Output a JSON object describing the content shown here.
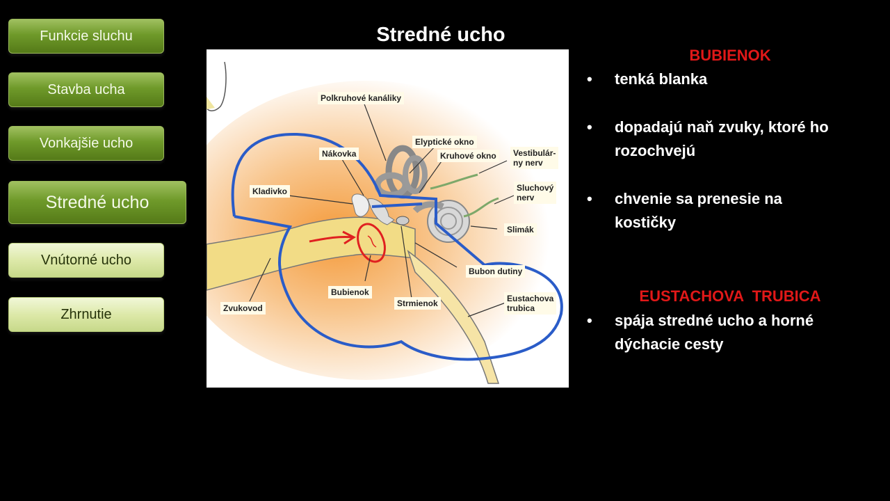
{
  "nav": {
    "items": [
      {
        "label": "Funkcie sluchu"
      },
      {
        "label": "Stavba ucha"
      },
      {
        "label": "Vonkajšie ucho"
      },
      {
        "label": "Stredné ucho"
      },
      {
        "label": "Vnútorné ucho"
      },
      {
        "label": "Zhrnutie"
      }
    ]
  },
  "slide": {
    "title": "Stredné ucho"
  },
  "diagram": {
    "labels": {
      "polkruhove": "Polkruhové kanáliky",
      "elypticke": "Elyptické okno",
      "nakovka": "Nákovka",
      "kruhove": "Kruhové okno",
      "vestibular1": "Vestibulár-",
      "vestibular2": "ny nerv",
      "kladivko": "Kladivko",
      "sluchovy1": "Sluchový",
      "sluchovy2": "nerv",
      "slimak": "Slimák",
      "bubon": "Bubon dutiny",
      "bubienok": "Bubienok",
      "strmienok": "Strmienok",
      "eustachova1": "Eustachova",
      "eustachova2": "trubica",
      "zvukovod": "Zvukovod"
    }
  },
  "sections": {
    "bubienok": {
      "heading": "BUBIENOK",
      "bullets": [
        {
          "line1": "tenká blanka",
          "line2": ""
        },
        {
          "line1": "dopadajú  naň zvuky, ktoré ho",
          "line2": "rozochvejú"
        },
        {
          "line1": "chvenie  sa prenesie na",
          "line2": "kostičky"
        }
      ]
    },
    "eustachova": {
      "heading": "EUSTACHOVA  TRUBICA",
      "bullets": [
        {
          "line1": "spája stredné ucho a horné",
          "line2": "dýchacie cesty"
        }
      ]
    }
  },
  "bullet_symbol": "•",
  "colors": {
    "heading_red": "#e01818",
    "outline_blue": "#2a5cc8",
    "annotation_red": "#e02020"
  }
}
